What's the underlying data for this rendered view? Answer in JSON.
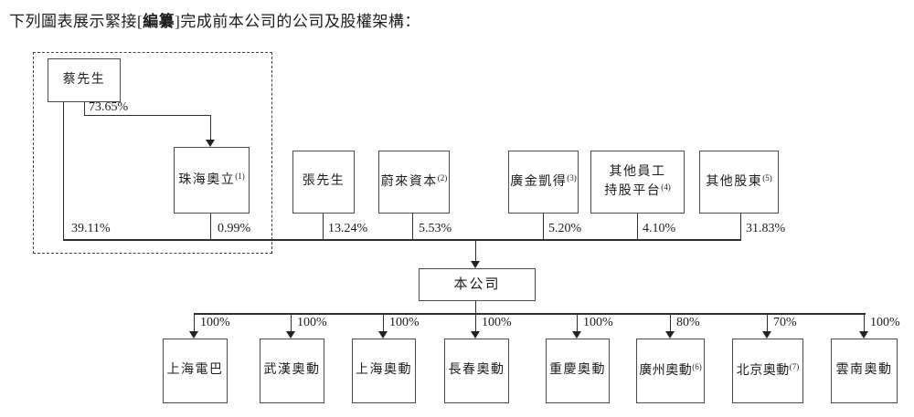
{
  "title": {
    "part1": "下列圖表展示緊接[",
    "bold": "編纂",
    "part2": "]完成前本公司的公司及股權架構："
  },
  "colors": {
    "line": "#2e2e2e",
    "box_border": "#4a4a4a",
    "text": "#1c1c1c",
    "background": "#ffffff"
  },
  "diagram": {
    "controlling_group": {
      "cai": {
        "name": "蔡先生"
      },
      "zhuhai_aoli": {
        "name": "珠海奧立",
        "sup": "(1)"
      },
      "cai_to_zhuhai_pct": "73.65%",
      "cai_to_company_pct": "39.11%",
      "zhuhai_to_company_pct": "0.99%"
    },
    "shareholders": [
      {
        "name": "張先生",
        "sup": "",
        "pct": "13.24%"
      },
      {
        "name": "蔚來資本",
        "sup": "(2)",
        "pct": "5.53%"
      },
      {
        "name": "廣金凱得",
        "sup": "(3)",
        "pct": "5.20%"
      },
      {
        "name": "其他員工",
        "name_line2": "持股平台",
        "sup": "(4)",
        "pct": "4.10%"
      },
      {
        "name": "其他股東",
        "sup": "(5)",
        "pct": "31.83%"
      }
    ],
    "company": {
      "name": "本公司"
    },
    "subsidiaries": [
      {
        "name": "上海電巴",
        "sup": "",
        "pct": "100%"
      },
      {
        "name": "武漢奧動",
        "sup": "",
        "pct": "100%"
      },
      {
        "name": "上海奧動",
        "sup": "",
        "pct": "100%"
      },
      {
        "name": "長春奧動",
        "sup": "",
        "pct": "100%"
      },
      {
        "name": "重慶奧動",
        "sup": "",
        "pct": "100%"
      },
      {
        "name": "廣州奧動",
        "sup": "(6)",
        "pct": "80%"
      },
      {
        "name": "北京奧動",
        "sup": "(7)",
        "pct": "70%"
      },
      {
        "name": "雲南奧動",
        "sup": "",
        "pct": "100%"
      }
    ]
  }
}
